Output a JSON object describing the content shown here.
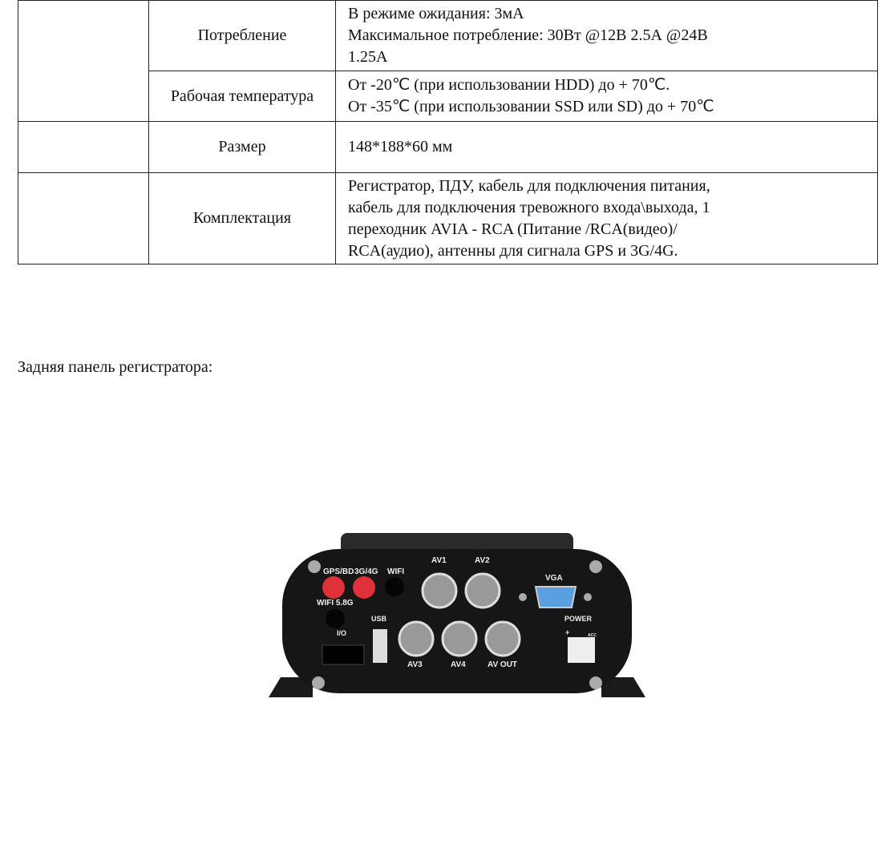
{
  "table": {
    "rows": [
      {
        "label": "Потребление",
        "lines": [
          "В режиме ожидания: 3мА",
          "Максимальное потребление: 30Вт @12В 2.5А @24В",
          "1.25А"
        ]
      },
      {
        "label": "Рабочая температура",
        "lines": [
          "От -20℃ (при использовании HDD) до + 70℃.",
          "От -35℃ (при использовании SSD или SD) до + 70℃"
        ]
      },
      {
        "label": "Размер",
        "lines": [
          "148*188*60 мм"
        ]
      },
      {
        "label": "Комплектация",
        "lines": [
          "Регистратор, ПДУ, кабель для подключения питания,",
          "кабель для подключения тревожного входа\\выхода, 1",
          "переходник AVIA - RCA (Питание /RCA(видео)/",
          "RCA(аудио), антенны для сигнала GPS и 3G/4G."
        ]
      }
    ]
  },
  "caption": "Задняя панель регистратора:",
  "device": {
    "labels": {
      "gps": "GPS/BD",
      "g34": "3G/4G",
      "wifi": "WIFI",
      "wifi58": "WIFI 5.8G",
      "av1": "AV1",
      "av2": "AV2",
      "av3": "AV3",
      "av4": "AV4",
      "avout": "AV OUT",
      "vga": "VGA",
      "usb": "USB",
      "io": "I/O",
      "power": "POWER",
      "acc": "ACC",
      "plus": "+"
    }
  }
}
